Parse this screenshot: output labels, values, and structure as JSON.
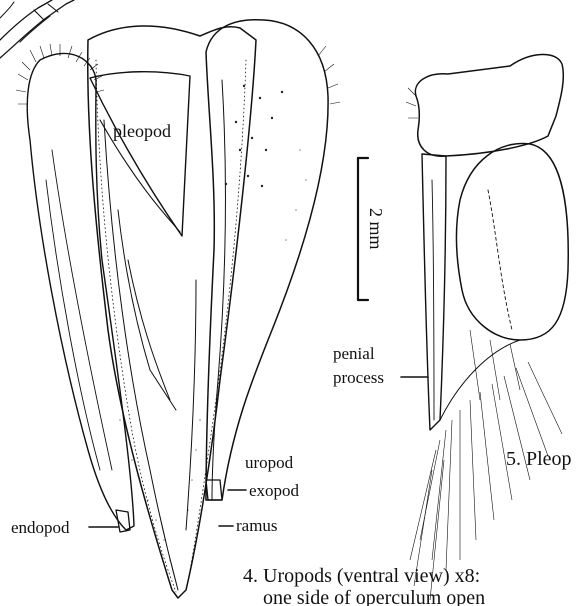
{
  "figure_labels": {
    "pleopod": "pleopod",
    "scale": "2 mm",
    "penial_line1": "penial",
    "penial_line2": "process",
    "uropod": "uropod",
    "exopod": "exopod",
    "endopod": "endopod",
    "ramus": "ramus",
    "caption4_line1": "4. Uropods (ventral view) x8:",
    "caption4_line2": "one side of operculum open",
    "caption5": "5. Pleop"
  },
  "colors": {
    "ink": "#111111",
    "background": "#ffffff"
  }
}
